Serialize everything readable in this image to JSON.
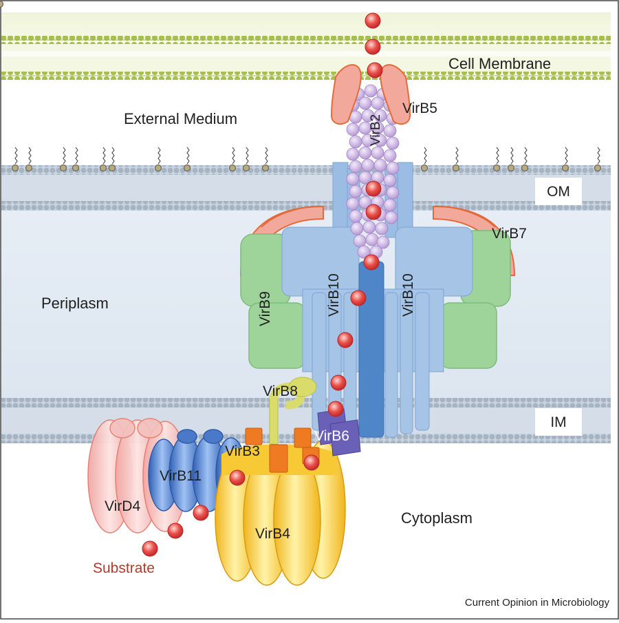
{
  "labels": {
    "cell_membrane": "Cell Membrane",
    "external_medium": "External Medium",
    "om": "OM",
    "periplasm": "Periplasm",
    "im": "IM",
    "cytoplasm": "Cytoplasm",
    "virb2": "VirB2",
    "virb3": "VirB3",
    "virb4": "VirB4",
    "virb5": "VirB5",
    "virb6": "VirB6",
    "virb7": "VirB7",
    "virb8": "VirB8",
    "virb9": "VirB9",
    "virb10_left": "VirB10",
    "virb10_right": "VirB10",
    "virb11": "VirB11",
    "vird4": "VirD4",
    "substrate": "Substrate"
  },
  "credit": "Current Opinion in Microbiology",
  "colors": {
    "membrane_green": "#b6c86a",
    "membrane_grey": "#a9b7c6",
    "periplasm_blue": "#d8e2ee",
    "virb10_blue": "#9cbde3",
    "virb10_dark": "#4f86c8",
    "virb9_green": "#9ed39a",
    "virb7_pink": "#f2a99b",
    "virb2_purple": "#c9b2e0",
    "virb4_yellow": "#f6c935",
    "virb3_orange": "#ee7a21",
    "virb6_indigo": "#6a60b8",
    "virb8_olive": "#d9dc6b",
    "virb11_blue": "#4b79c9",
    "vird4_pink": "#f4c1bd",
    "substrate_red": "#e23b3b"
  }
}
